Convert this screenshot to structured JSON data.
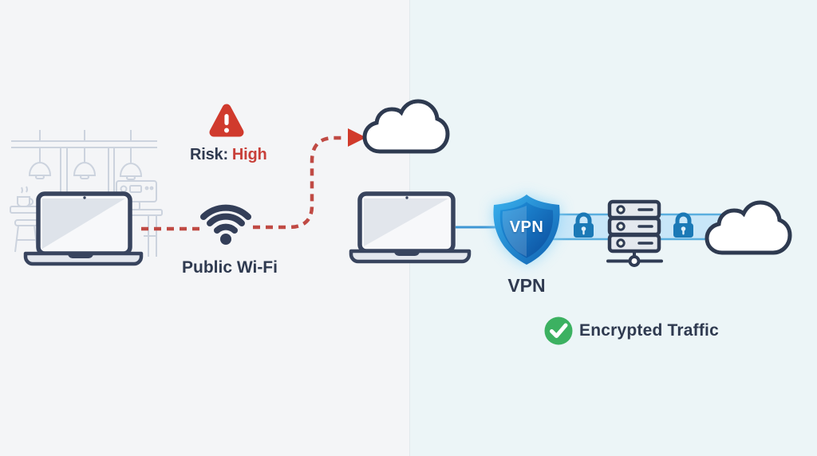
{
  "illustration": {
    "left": {
      "risk_prefix": "Risk:",
      "risk_value": "High",
      "wifi_label": "Public Wi-Fi"
    },
    "right": {
      "shield_text": "VPN",
      "vpn_label": "VPN",
      "encrypted_label": "Encrypted Traffic"
    }
  },
  "colors": {
    "risk_red": "#d03a2d",
    "risk_text_red": "#c8403a",
    "dashed_line_red": "#c04a44",
    "navy_text": "#2f3a50",
    "outline_navy": "#38445e",
    "shield_blue_light": "#3ab2ee",
    "shield_blue_dark": "#0e5fb0",
    "tunnel_fill": "#c8e6f8",
    "tunnel_edge": "#5aaede",
    "lock_blue": "#1b79b6",
    "check_green": "#3cb161",
    "background_left": "#f4f5f7",
    "background_right": "#ecf5f7",
    "cafe_line": "#ccd3de"
  },
  "icons": {
    "warning": "warning-triangle-icon",
    "wifi": "wifi-icon",
    "cloud_unsecured": "cloud-icon",
    "cloud_secured": "cloud-icon",
    "vpn_shield": "vpn-shield-icon",
    "lock": "lock-icon",
    "server": "server-stack-icon",
    "check": "check-circle-icon",
    "laptop": "laptop-icon",
    "coffee_machine": "coffee-machine-icon",
    "pendant_lamp": "pendant-lamp-icon"
  }
}
